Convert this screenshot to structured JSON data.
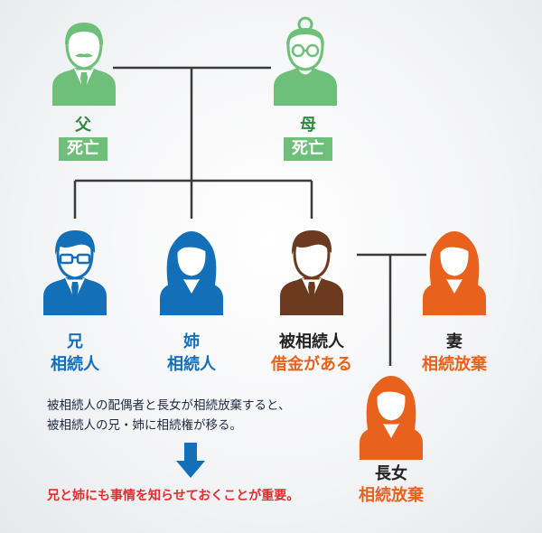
{
  "colors": {
    "green": "#6dbf79",
    "green_text": "#2f8a3f",
    "blue": "#1370b8",
    "brown": "#6b3a1f",
    "orange": "#e8621d",
    "line": "#3a3a3a",
    "arrow": "#1370b8",
    "note_red": "#e02d2d"
  },
  "people": {
    "father": {
      "relation": "父",
      "status": "死亡",
      "icon": "elderly-man-icon"
    },
    "mother": {
      "relation": "母",
      "status": "死亡",
      "icon": "elderly-woman-icon"
    },
    "brother": {
      "relation": "兄",
      "status": "相続人",
      "icon": "man-glasses-icon"
    },
    "sister": {
      "relation": "姉",
      "status": "相続人",
      "icon": "woman-icon"
    },
    "decedent": {
      "relation": "被相続人",
      "status": "借金がある",
      "icon": "man-icon"
    },
    "wife": {
      "relation": "妻",
      "status": "相続放棄",
      "icon": "woman-icon"
    },
    "daughter": {
      "relation": "長女",
      "status": "相続放棄",
      "icon": "woman-icon"
    }
  },
  "note": {
    "line1": "被相続人の配偶者と長女が相続放棄すると、",
    "line2": "被相続人の兄・姉に相続権が移る。",
    "arrow_icon": "down-arrow-icon",
    "important": "兄と姉にも事情を知らせておくことが重要。"
  }
}
